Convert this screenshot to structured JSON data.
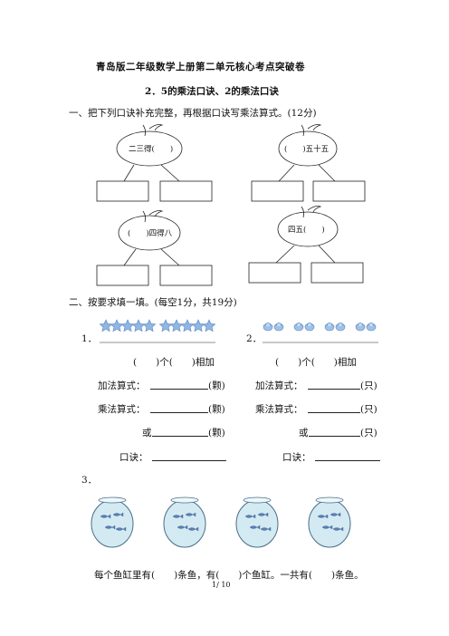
{
  "header": {
    "title": "青岛版二年级数学上册第二单元核心考点突破卷",
    "subtitle": "2．5的乘法口诀、2的乘法口诀"
  },
  "section1": {
    "heading": "一、把下列口诀补充完整，再根据口诀写乘法算式。(12分)",
    "apples": [
      {
        "label": "二三得(　　)"
      },
      {
        "label": "(　　)五十五"
      },
      {
        "label": "(　　)四得八"
      },
      {
        "label": "四五(　　)"
      }
    ]
  },
  "section2": {
    "heading": "二、按要求填一填。(每空1分，共19分)",
    "q1": {
      "num": "1．",
      "blank_line": "(　　)个(　　)相加",
      "add_label": "加法算式：",
      "add_unit": "(颗)",
      "mul_label": "乘法算式：",
      "mul_unit": "(颗)",
      "or_label": "或",
      "or_unit": "(颗)",
      "koujue_label": "口诀："
    },
    "q2": {
      "num": "2．",
      "blank_line": "(　　)个(　　)相加",
      "add_label": "加法算式：",
      "add_unit": "(只)",
      "mul_label": "乘法算式：",
      "mul_unit": "(只)",
      "or_label": "或",
      "or_unit": "(只)",
      "koujue_label": "口诀："
    },
    "q3": {
      "num": "3．",
      "sentence": "每个鱼缸里有(　　)条鱼，有(　　)个鱼缸。一共有(　　)条鱼。"
    }
  },
  "footer": {
    "page": "1/ 10"
  },
  "colors": {
    "star": "#8fb7e3",
    "bowl": "#c9e4ee",
    "fish": "#5a7fb5"
  }
}
